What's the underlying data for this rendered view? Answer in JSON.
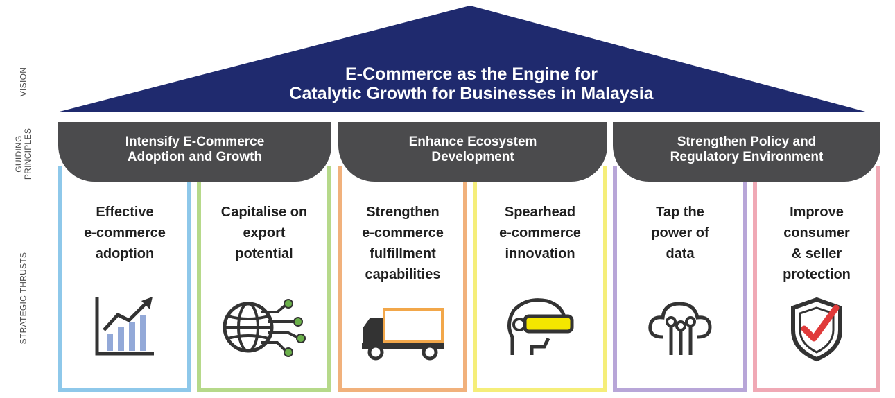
{
  "side_labels": {
    "vision": "VISION",
    "guiding_principles_1": "GUIDING",
    "guiding_principles_2": "PRINCIPLES",
    "strategic_thrusts": "STRATEGIC THRUSTS"
  },
  "vision": {
    "line1": "E-Commerce as the Engine for",
    "line2": "Catalytic Growth for Businesses in Malaysia",
    "color": "#1f2a6e"
  },
  "principles": [
    {
      "line1": "Intensify E-Commerce",
      "line2": "Adoption and Growth"
    },
    {
      "line1": "Enhance Ecosystem",
      "line2": "Development"
    },
    {
      "line1": "Strengthen Policy and",
      "line2": "Regulatory Environment"
    }
  ],
  "principle_color": "#4b4b4d",
  "thrusts": [
    {
      "lines": [
        "Effective",
        "e-commerce",
        "adoption"
      ],
      "border_color": "#8ec8ea",
      "icon": "growth-chart-icon"
    },
    {
      "lines": [
        "Capitalise on",
        "export",
        "potential"
      ],
      "border_color": "#b6d98a",
      "icon": "globe-network-icon"
    },
    {
      "lines": [
        "Strengthen",
        "e-commerce",
        "fulfillment",
        "capabilities"
      ],
      "border_color": "#f1b17c",
      "icon": "delivery-truck-icon"
    },
    {
      "lines": [
        "Spearhead",
        "e-commerce",
        "innovation"
      ],
      "border_color": "#f5ee7a",
      "icon": "vr-headset-icon"
    },
    {
      "lines": [
        "Tap the",
        "power of",
        "data"
      ],
      "border_color": "#b8a6d8",
      "icon": "cloud-data-icon"
    },
    {
      "lines": [
        "Improve",
        "consumer",
        "& seller",
        "protection"
      ],
      "border_color": "#f0a9b5",
      "icon": "shield-check-icon"
    }
  ]
}
